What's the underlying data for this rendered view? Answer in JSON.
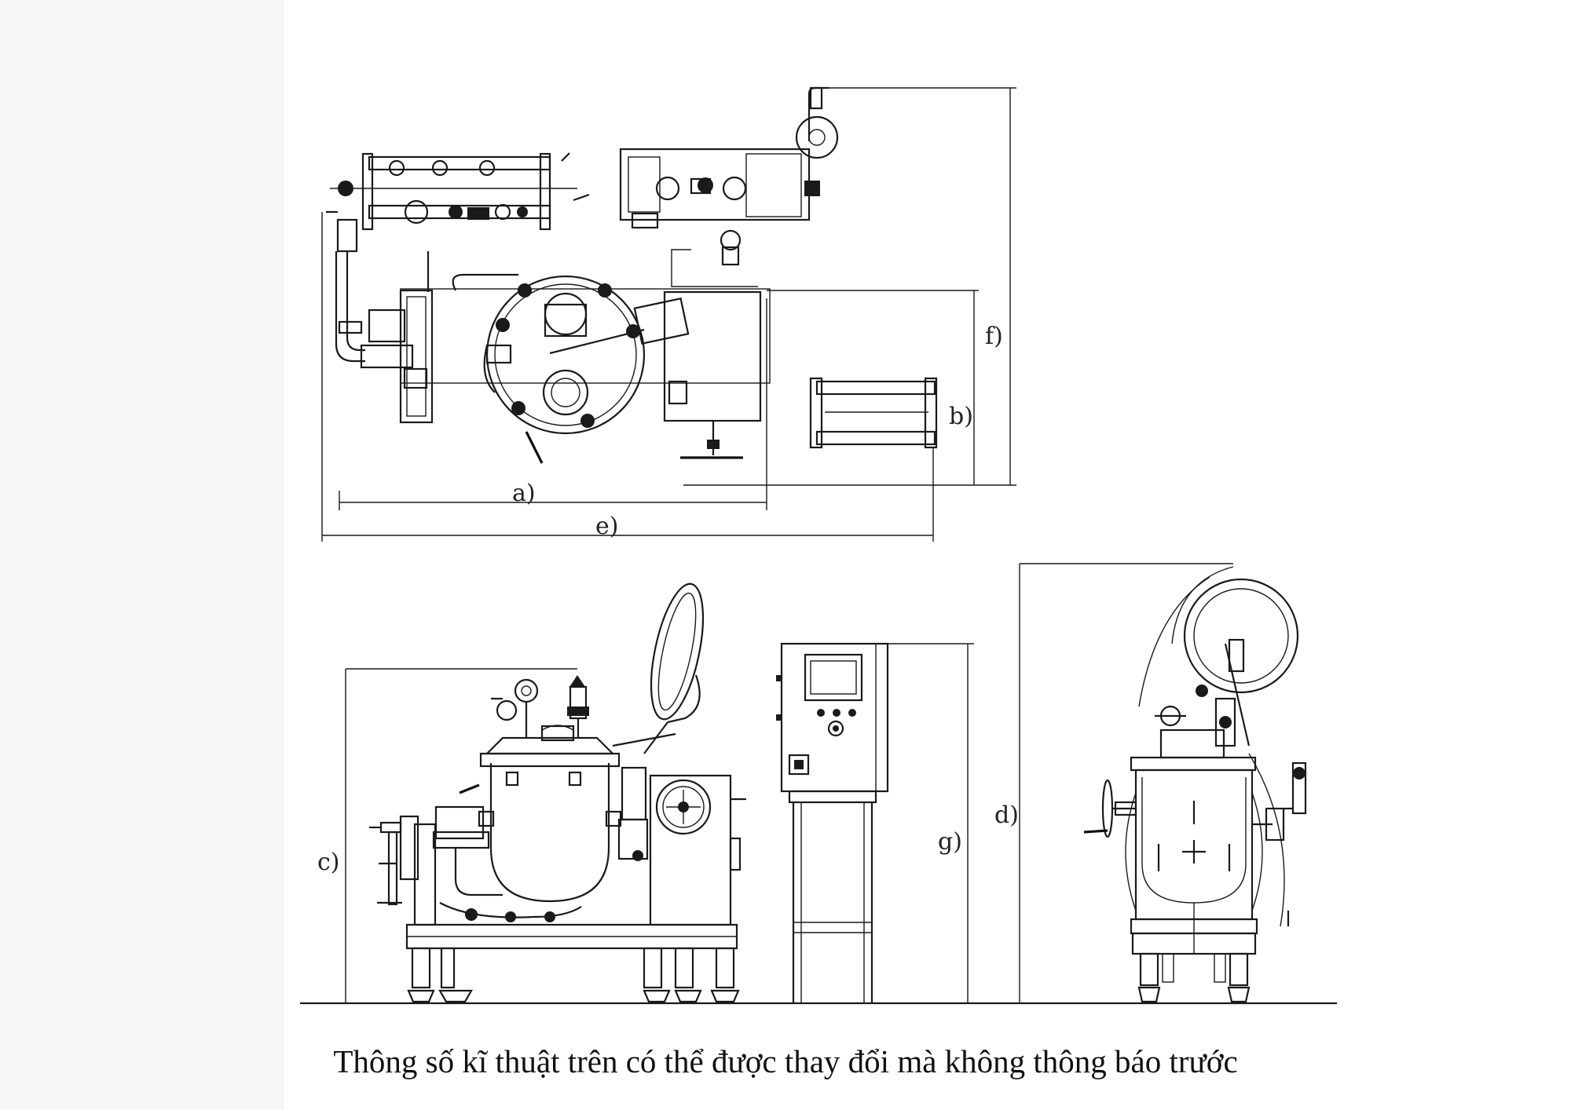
{
  "dimension_labels": {
    "a": "a)",
    "b": "b)",
    "c": "c)",
    "d": "d)",
    "e": "e)",
    "f": "f)",
    "g": "g)"
  },
  "caption": "Thông số kĩ thuật trên có thể được thay đổi mà không thông báo trước",
  "colors": {
    "line": "#1a1a1a",
    "background": "#ffffff",
    "margin": "#f7f7f7"
  }
}
